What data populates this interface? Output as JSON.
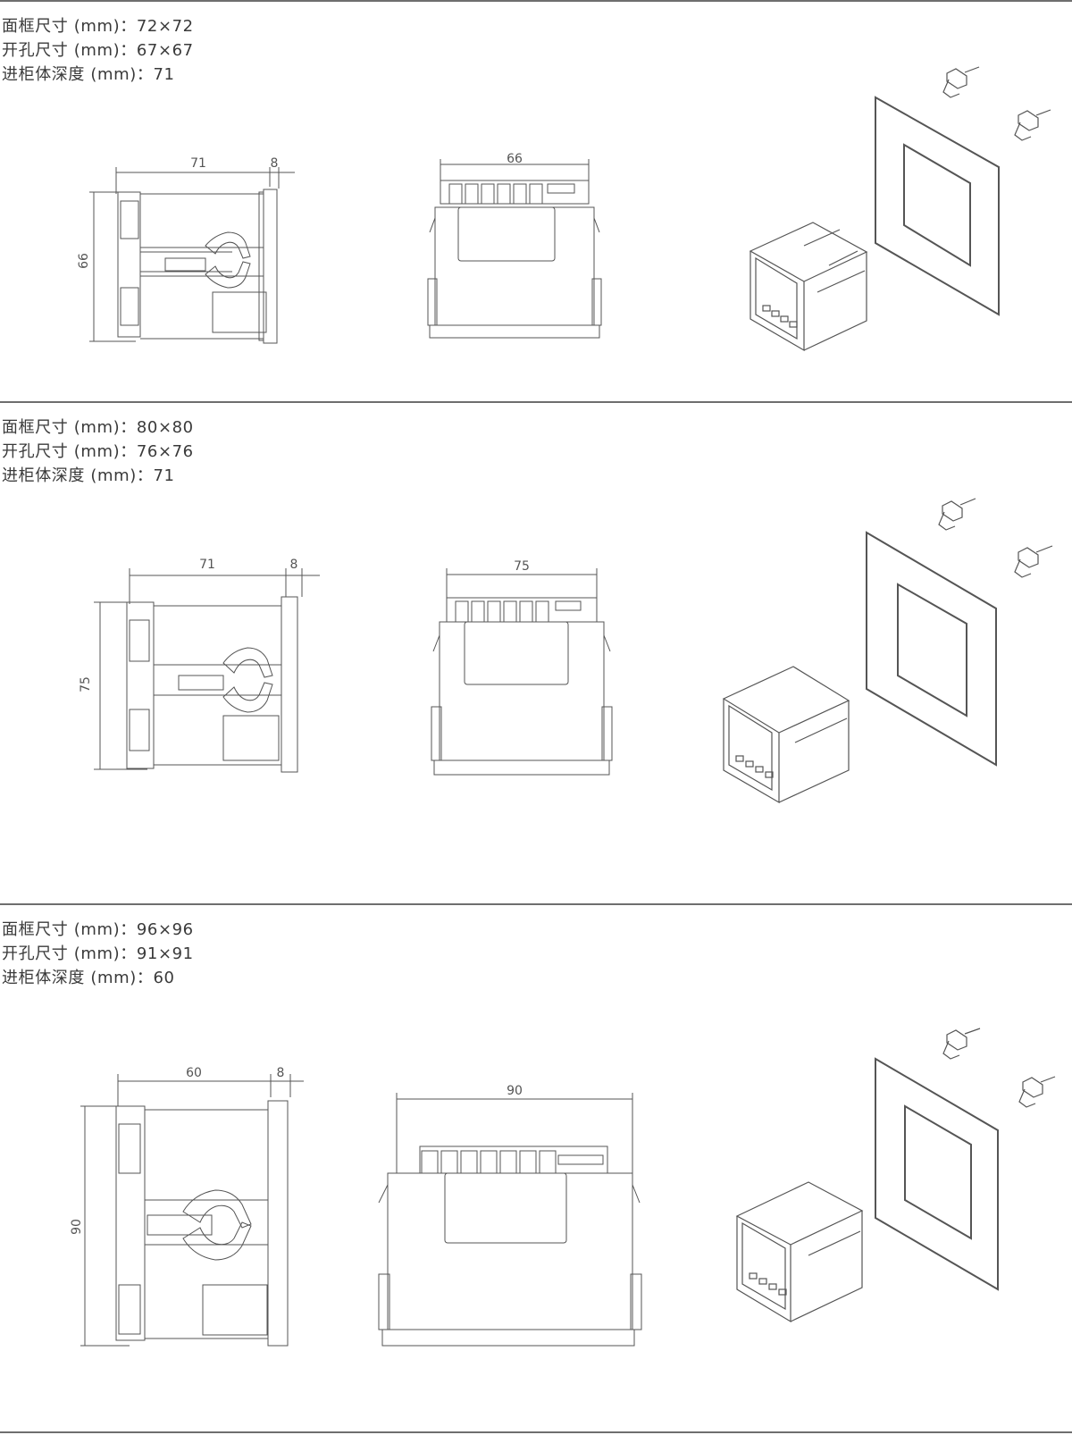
{
  "sections": [
    {
      "specs": [
        {
          "label": "面框尺寸 (mm)：",
          "value": "72×72"
        },
        {
          "label": "开孔尺寸 (mm)：",
          "value": "67×67"
        },
        {
          "label": "进柜体深度 (mm)：",
          "value": "71"
        }
      ],
      "side_view": {
        "depth": "71",
        "bezel": "8",
        "height": "66"
      },
      "top_view": {
        "width": "66"
      }
    },
    {
      "specs": [
        {
          "label": "面框尺寸 (mm)：",
          "value": "80×80"
        },
        {
          "label": "开孔尺寸 (mm)：",
          "value": "76×76"
        },
        {
          "label": "进柜体深度 (mm)：",
          "value": "71"
        }
      ],
      "side_view": {
        "depth": "71",
        "bezel": "8",
        "height": "75"
      },
      "top_view": {
        "width": "75"
      }
    },
    {
      "specs": [
        {
          "label": "面框尺寸 (mm)：",
          "value": "96×96"
        },
        {
          "label": "开孔尺寸 (mm)：",
          "value": "91×91"
        },
        {
          "label": "进柜体深度 (mm)：",
          "value": "60"
        }
      ],
      "side_view": {
        "depth": "60",
        "bezel": "8",
        "height": "90"
      },
      "top_view": {
        "width": "90"
      }
    }
  ],
  "colors": {
    "line": "#555555",
    "divider": "#6e6e6e",
    "text": "#3a3a3a"
  }
}
